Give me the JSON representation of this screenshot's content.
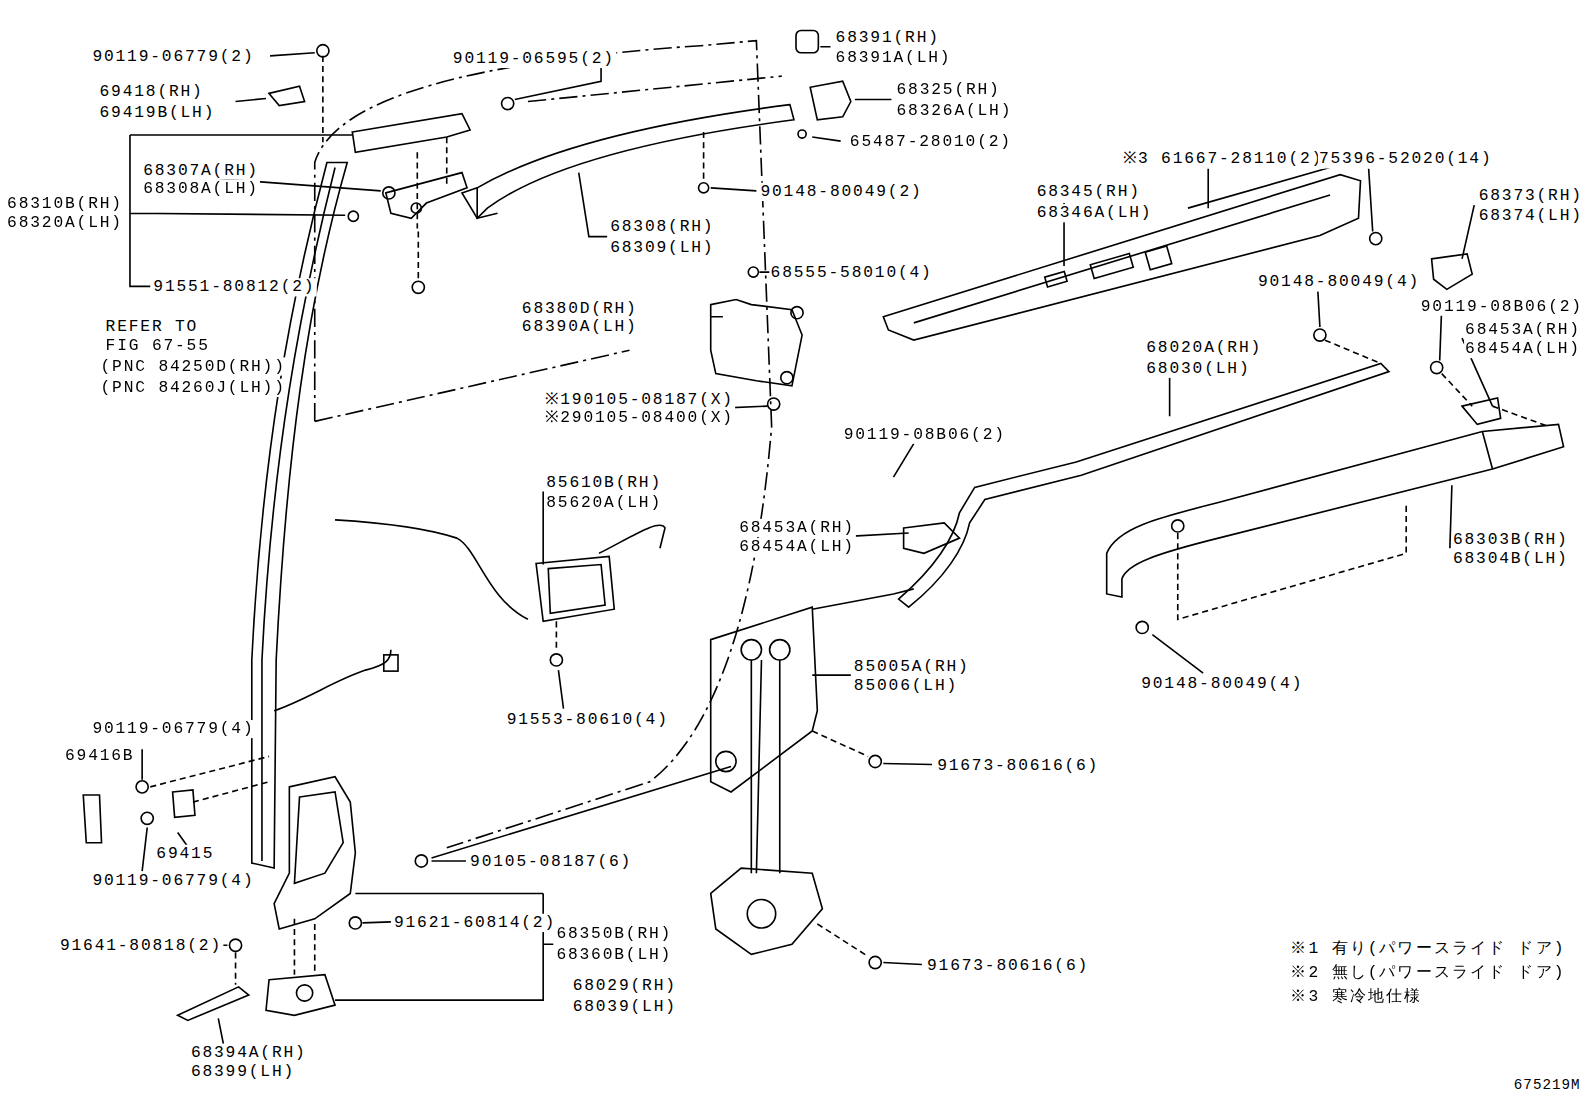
{
  "diagram": {
    "labels": [
      "90119-06779(2)",
      "69418(RH)",
      "69419B(LH)",
      "90119-06595(2)",
      "68391(RH)",
      "68391A(LH)",
      "68325(RH)",
      "68326A(LH)",
      "65487-28010(2)",
      "68307A(RH)",
      "68308A(LH)",
      "68310B(RH)",
      "68320A(LH)",
      "90148-80049(2)",
      "68308(RH)",
      "68309(LH)",
      "※3 61667-28110(2)",
      "75396-52020(14)",
      "68345(RH)",
      "68346A(LH)",
      "68373(RH)",
      "68374(LH)",
      "68555-58010(4)",
      "91551-80812(2)",
      "90148-80049(4)",
      "90119-08B06(2)",
      "68453A(RH)",
      "68454A(LH)",
      "REFER TO",
      "FIG 67-55",
      "(PNC 84250D(RH))",
      "(PNC 84260J(LH))",
      "68380D(RH)",
      "68390A(LH)",
      "68020A(RH)",
      "68030(LH)",
      "※190105-08187(X)",
      "※290105-08400(X)",
      "90119-08B06(2)",
      "85610B(RH)",
      "85620A(LH)",
      "68453A(RH)",
      "68454A(LH)",
      "68303B(RH)",
      "68304B(LH)",
      "85005A(RH)",
      "85006(LH)",
      "90148-80049(4)",
      "91553-80610(4)",
      "90119-06779(4)",
      "69416B",
      "91673-80616(6)",
      "69415",
      "90105-08187(6)",
      "90119-06779(4)",
      "91621-60814(2)",
      "68350B(RH)",
      "68360B(LH)",
      "91641-80818(2)",
      "91673-80616(6)",
      "※1 有り(パワースライド ドア)",
      "※2 無し(パワースライド ドア)",
      "※3 寒冷地仕様",
      "68029(RH)",
      "68039(LH)",
      "68394A(RH)",
      "68399(LH)",
      "675219M"
    ]
  }
}
